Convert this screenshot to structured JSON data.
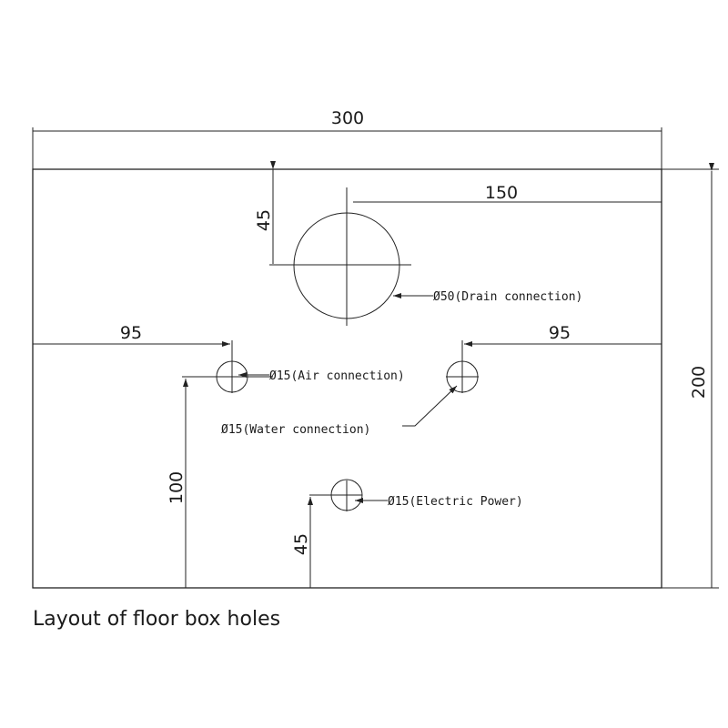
{
  "caption": "Layout of floor box holes",
  "dimensions": {
    "overall_width": "300",
    "overall_height": "200",
    "drain_right_offset": "150",
    "drain_top_offset": "45",
    "air_left_offset": "95",
    "water_right_offset": "95",
    "air_bottom_offset": "100",
    "power_bottom_offset": "45"
  },
  "holes": {
    "drain": "Ø50(Drain connection)",
    "air": "Ø15(Air connection)",
    "water": "Ø15(Water connection)",
    "power": "Ø15(Electric Power)"
  }
}
